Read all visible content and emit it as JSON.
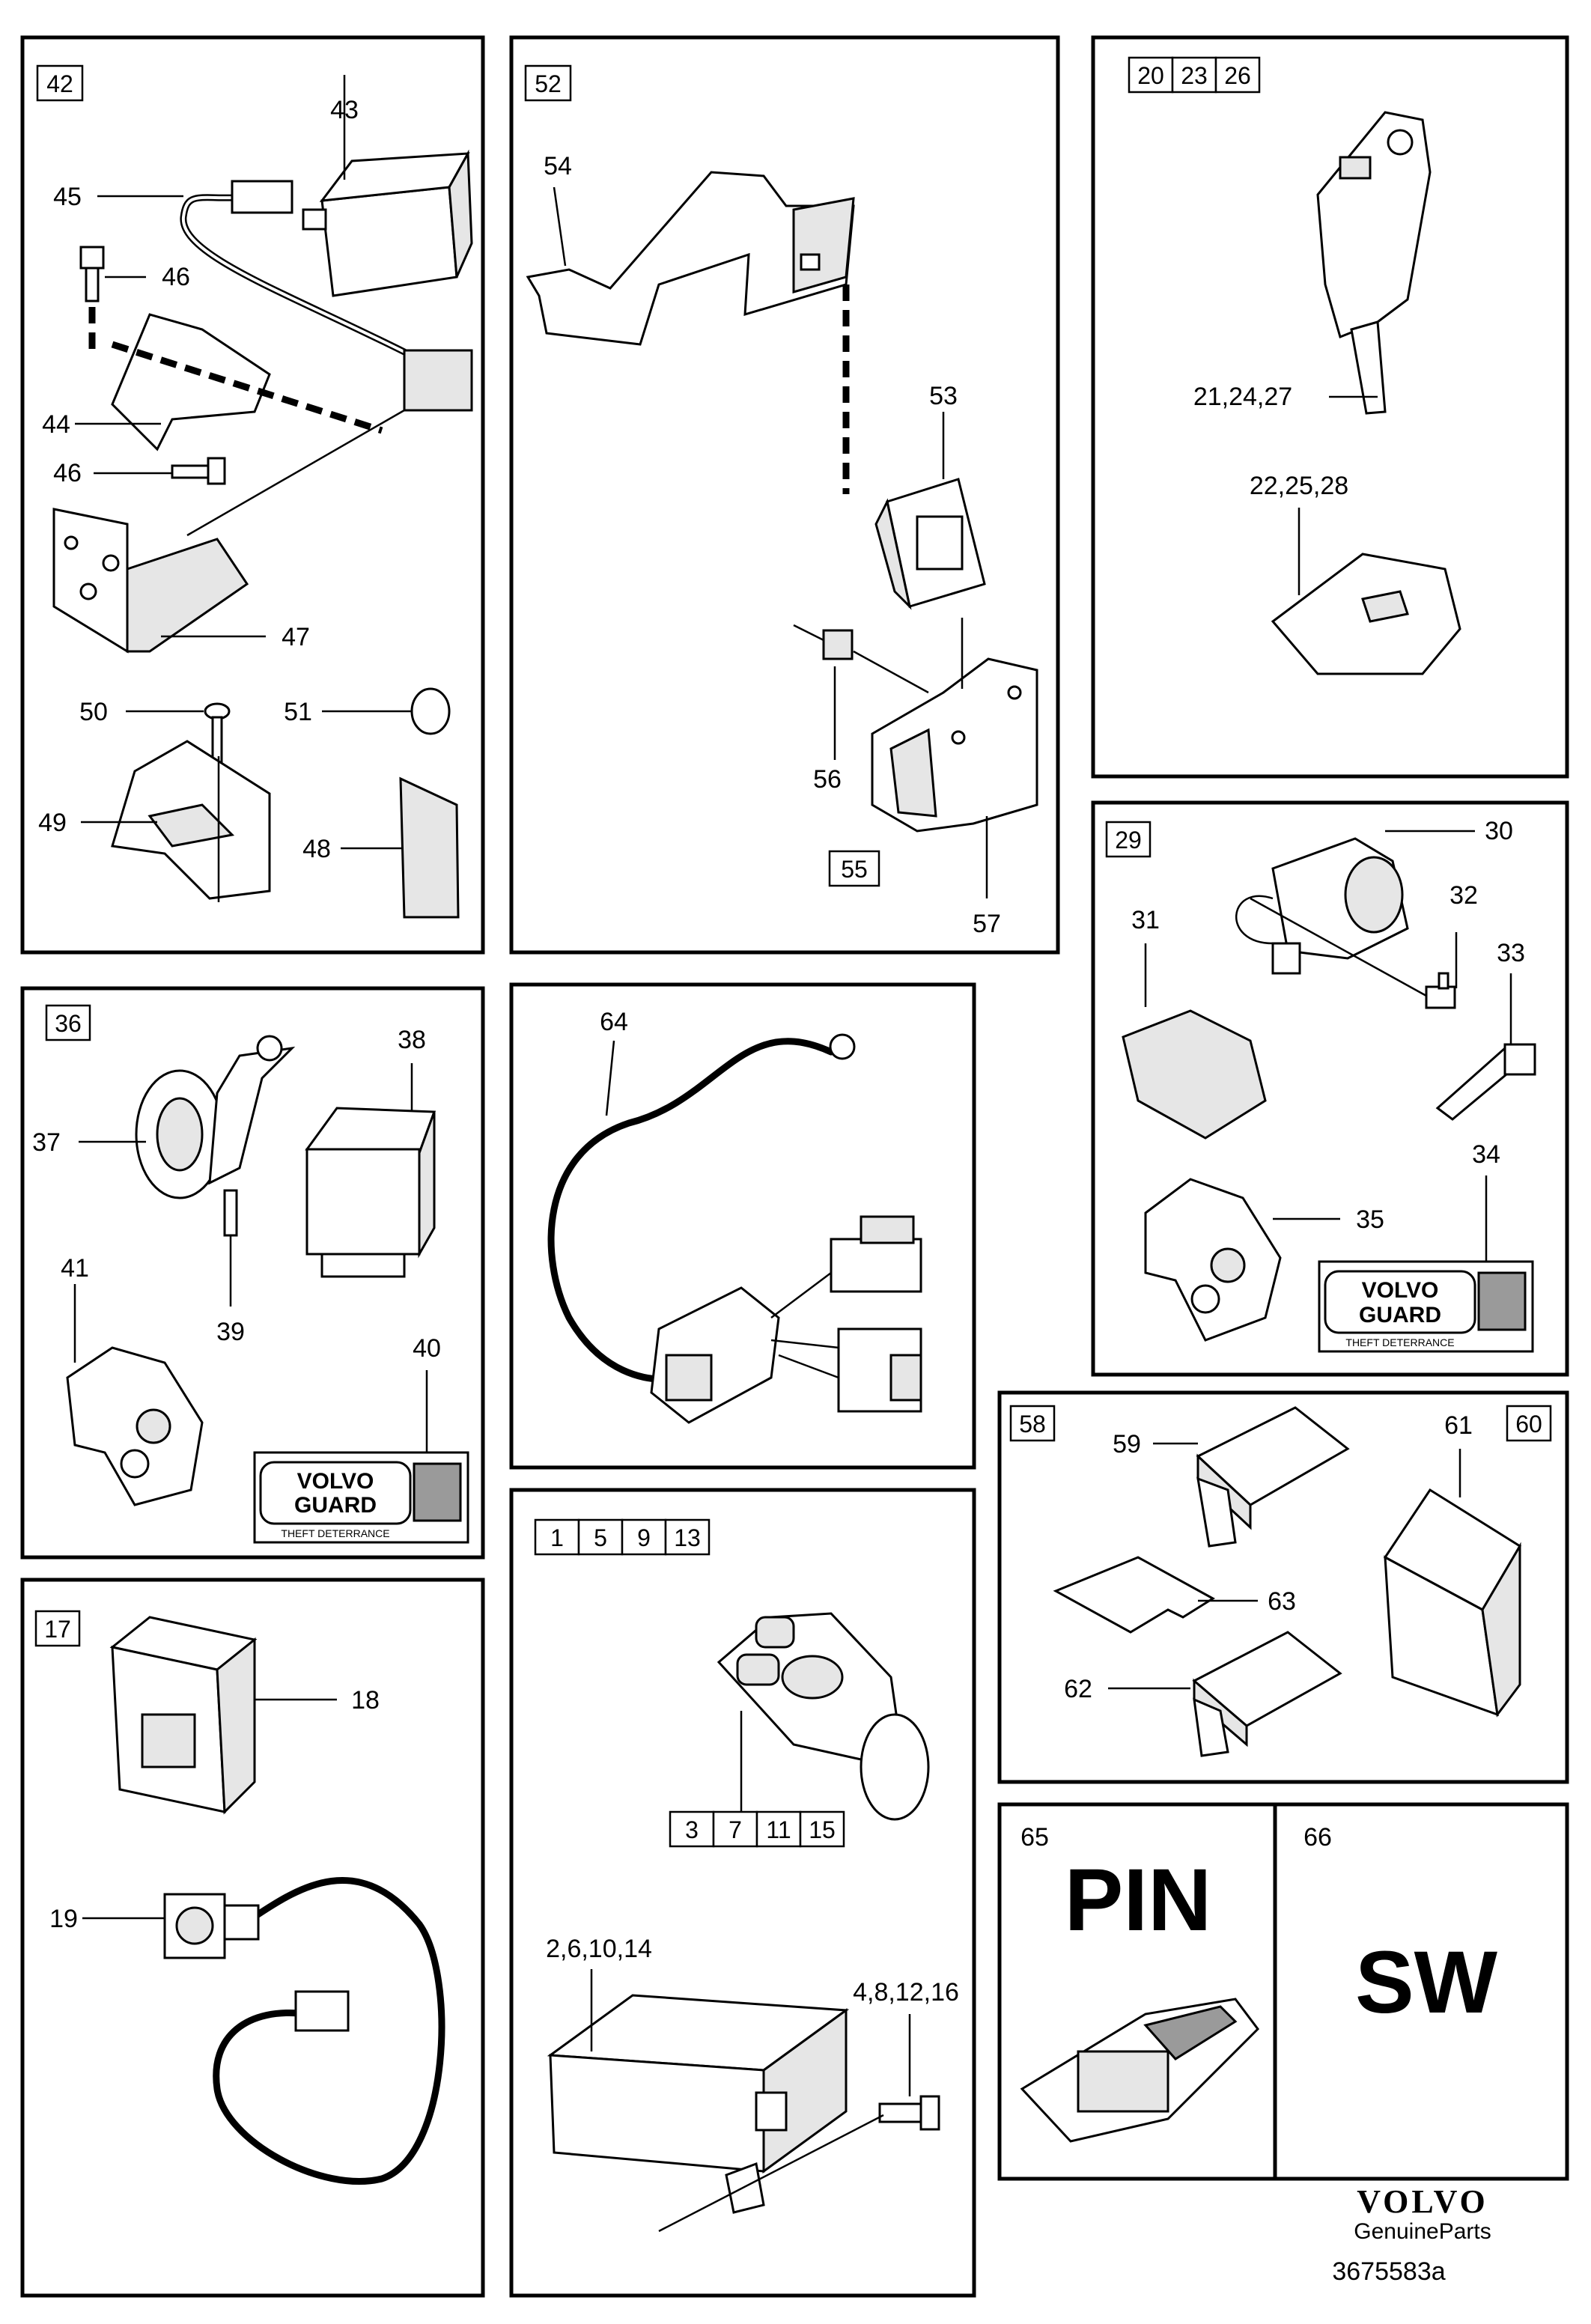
{
  "panels": {
    "p42": {
      "box": "42",
      "labels": [
        "43",
        "45",
        "46",
        "44",
        "46",
        "47",
        "50",
        "51",
        "49",
        "48"
      ]
    },
    "p52": {
      "box": "52",
      "labels": [
        "54",
        "53",
        "56",
        "57"
      ],
      "box2": "55"
    },
    "p20": {
      "boxes": [
        "20",
        "23",
        "26"
      ],
      "labels": [
        "21,24,27",
        "22,25,28"
      ]
    },
    "p29": {
      "box": "29",
      "labels": [
        "30",
        "31",
        "32",
        "33",
        "34",
        "35"
      ],
      "sticker": {
        "line1": "VOLVO",
        "line2": "GUARD",
        "line3": "THEFT DETERRANCE"
      }
    },
    "p36": {
      "box": "36",
      "labels": [
        "38",
        "37",
        "39",
        "41",
        "40"
      ],
      "sticker": {
        "line1": "VOLVO",
        "line2": "GUARD",
        "line3": "THEFT DETERRANCE"
      }
    },
    "p64": {
      "labels": [
        "64"
      ]
    },
    "p58": {
      "boxes": [
        "58",
        "60"
      ],
      "labels": [
        "59",
        "61",
        "63",
        "62"
      ]
    },
    "p17": {
      "box": "17",
      "labels": [
        "18",
        "19"
      ]
    },
    "p1": {
      "boxes_top": [
        "1",
        "5",
        "9",
        "13"
      ],
      "boxes_key": [
        "3",
        "7",
        "11",
        "15"
      ],
      "labels": [
        "2,6,10,14",
        "4,8,12,16"
      ]
    },
    "p65": {
      "num": "65",
      "text": "PIN"
    },
    "p66": {
      "num": "66",
      "text": "SW"
    }
  },
  "footer": {
    "brand": "VOLVO",
    "sub": "GenuineParts",
    "code": "3675583a"
  }
}
